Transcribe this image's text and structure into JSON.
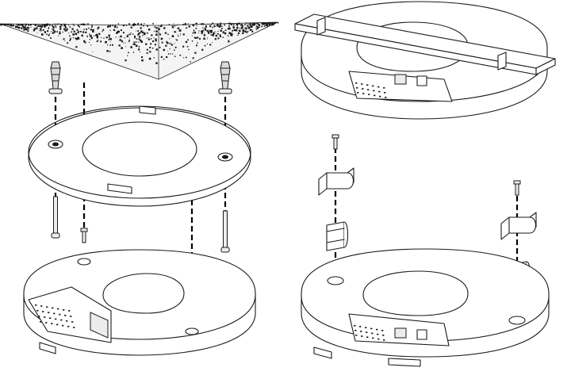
{
  "diagram": {
    "panels": [
      {
        "id": "ceiling-mount",
        "parts": [
          "ceiling",
          "wall-anchor",
          "mounting-plate",
          "screw",
          "access-point"
        ]
      },
      {
        "id": "rail-mount",
        "parts": [
          "t-rail",
          "access-point",
          "rail-clip",
          "screw"
        ]
      }
    ],
    "colors": {
      "line": "#1a1a1a",
      "background": "#ffffff",
      "shade": "#d9d9d9"
    },
    "icons": [
      "ceiling-texture",
      "wall-anchor-icon",
      "screw-icon",
      "mounting-plate",
      "access-point-device",
      "t-rail-bar",
      "rail-clip-icon",
      "ethernet-port-icon",
      "power-port-icon"
    ]
  }
}
